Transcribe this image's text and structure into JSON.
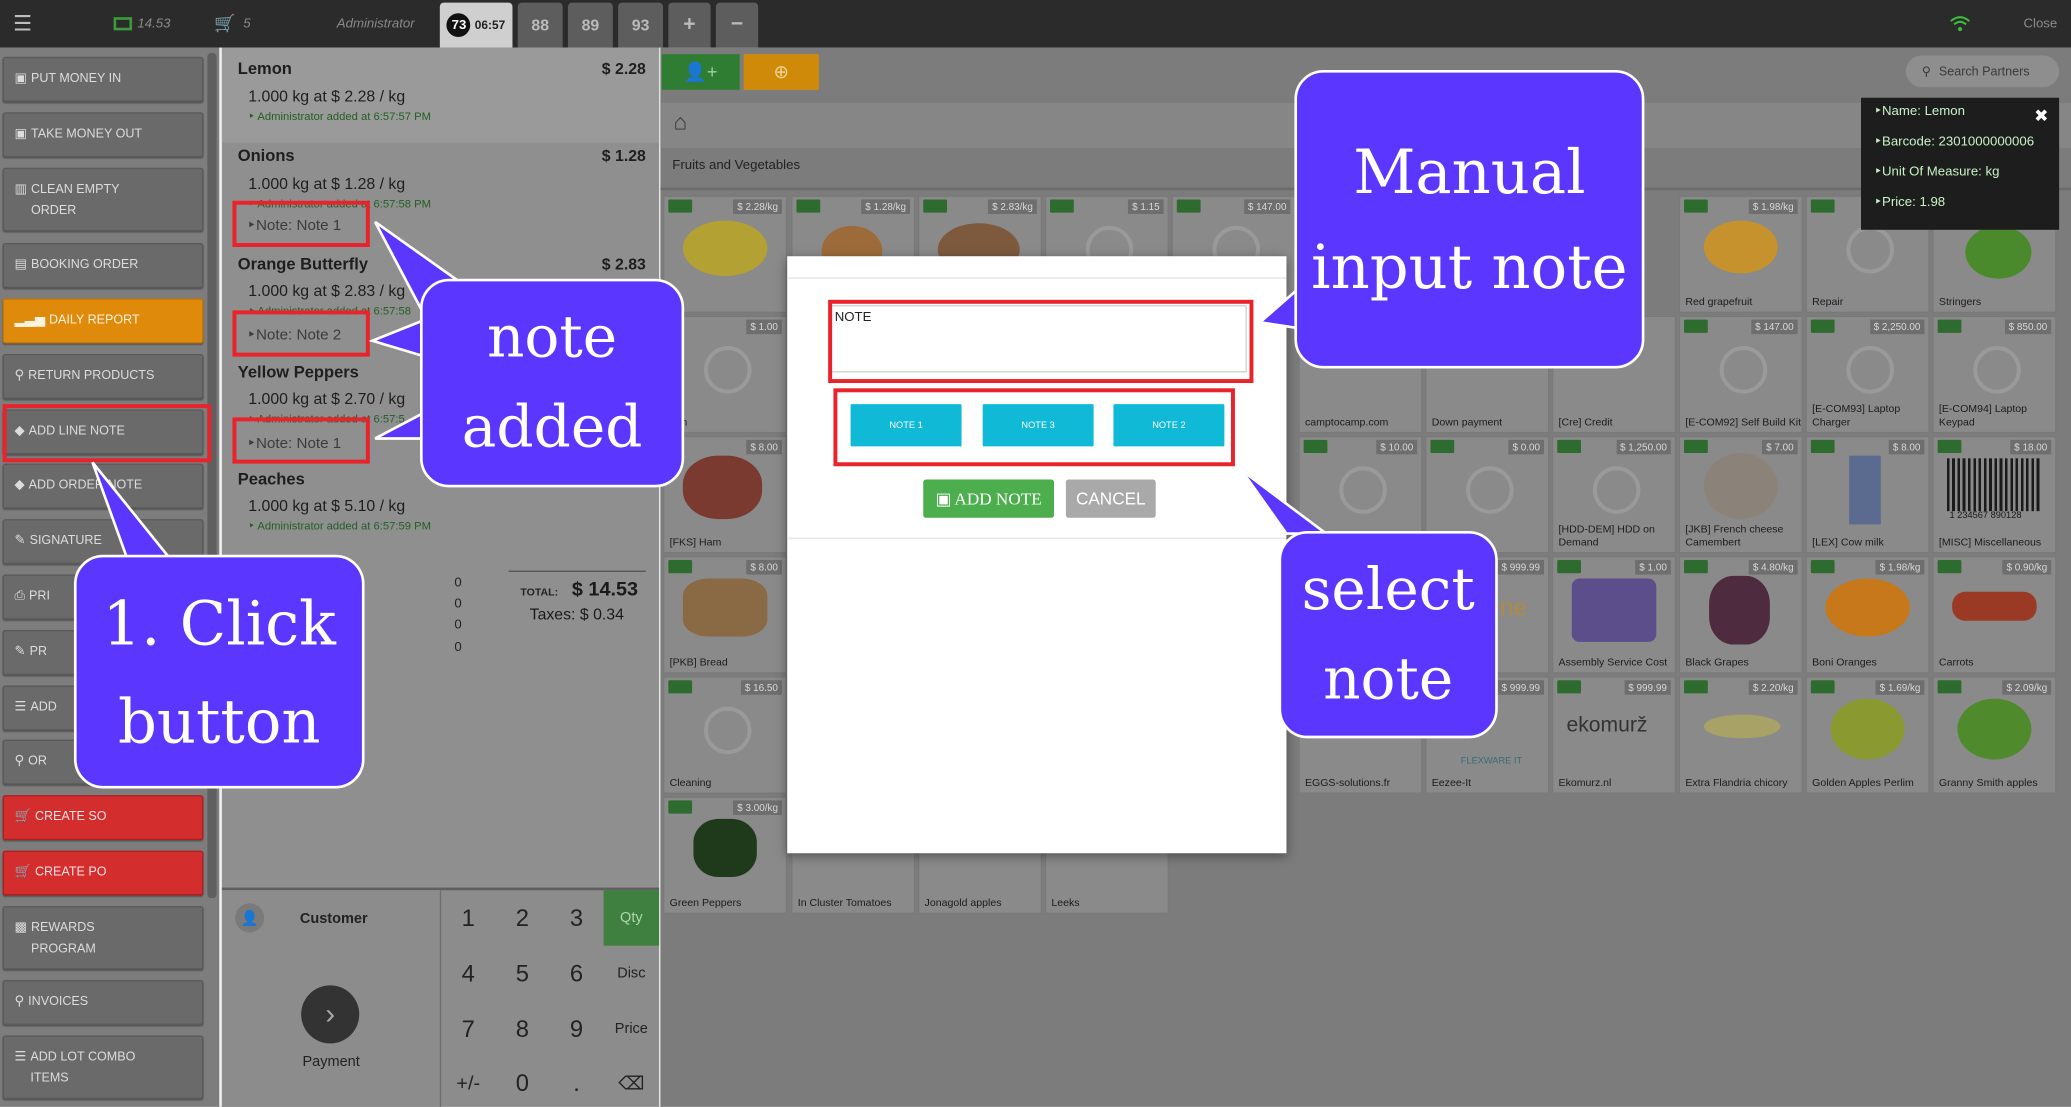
{
  "topbar": {
    "menu_icon": "hamburger-icon",
    "cash": "14.53",
    "cart_count": "5",
    "user": "Administrator",
    "orders": [
      {
        "num": "73",
        "time": "06:57"
      },
      {
        "num": "88"
      },
      {
        "num": "89"
      },
      {
        "num": "93"
      }
    ],
    "add_symbol": "+",
    "remove_symbol": "−",
    "close_label": "Close",
    "wifi_color": "#3dbb3d"
  },
  "left_buttons": [
    {
      "label": "PUT MONEY IN",
      "icon": "money-icon"
    },
    {
      "label": "TAKE MONEY OUT",
      "icon": "money-icon"
    },
    {
      "label": "CLEAN EMPTY ORDER",
      "icon": "trash-icon"
    },
    {
      "label": "BOOKING ORDER",
      "icon": "save-icon"
    },
    {
      "label": "DAILY REPORT",
      "icon": "chart-icon"
    },
    {
      "label": "RETURN PRODUCTS",
      "icon": "search-icon"
    },
    {
      "label": "ADD LINE NOTE",
      "icon": "tag-icon"
    },
    {
      "label": "ADD ORDER NOTE",
      "icon": "tag-icon"
    },
    {
      "label": "SIGNATURE",
      "icon": "edit-icon"
    },
    {
      "label": "PRI",
      "icon": "print-icon"
    },
    {
      "label": "PR",
      "icon": "edit-icon"
    },
    {
      "label": "ADD",
      "icon": "sliders-icon"
    },
    {
      "label": "OR",
      "icon": "search-icon"
    },
    {
      "label": "CREATE SO",
      "icon": "cart-icon"
    },
    {
      "label": "CREATE PO",
      "icon": "cart-icon"
    },
    {
      "label": "REWARDS PROGRAM",
      "icon": "gift-icon"
    },
    {
      "label": "INVOICES",
      "icon": "search-icon"
    },
    {
      "label": "ADD LOT COMBO ITEMS",
      "icon": "sliders-icon"
    }
  ],
  "order": {
    "lines": [
      {
        "name": "Lemon",
        "price": "$ 2.28",
        "qty": "1.000 kg at $ 2.28 / kg",
        "admin": "Administrator added at 6:57:57 PM"
      },
      {
        "name": "Onions",
        "price": "$ 1.28",
        "qty": "1.000 kg at $ 1.28 / kg",
        "admin": "Administrator added at 6:57:58 PM",
        "note": "Note: Note 1"
      },
      {
        "name": "Orange Butterfly",
        "price": "$ 2.83",
        "qty": "1.000 kg at $ 2.83 / kg",
        "admin": "Administrator added at 6:57:58",
        "note": "Note: Note 2"
      },
      {
        "name": "Yellow Peppers",
        "price": "",
        "qty": "1.000 kg at $ 2.70 / kg",
        "admin": "Administrator added at 6:57:5",
        "note": "Note: Note 1"
      },
      {
        "name": "Peaches",
        "price": "",
        "qty": "1.000 kg at $ 5.10 / kg",
        "admin": "Administrator added at 6:57:59 PM"
      }
    ],
    "zeros": [
      "0",
      "0",
      "0",
      "0"
    ],
    "total_label": "TOTAL:",
    "total": "$ 14.53",
    "taxes": "Taxes: $ 0.34"
  },
  "keypad": {
    "customer": "Customer",
    "payment": "Payment",
    "keys": [
      "1",
      "2",
      "3",
      "4",
      "5",
      "6",
      "7",
      "8",
      "9",
      "+/-",
      "0",
      "."
    ],
    "modes": [
      "Qty",
      "Disc",
      "Price"
    ],
    "backspace_icon": "backspace-icon"
  },
  "products": {
    "search_placeholder": "Search Partners",
    "breadcrumb": "Fruits and Vegetables",
    "tiles": [
      {
        "name": "",
        "price": "$ 2.28/kg"
      },
      {
        "name": "",
        "price": "$ 1.28/kg"
      },
      {
        "name": "",
        "price": "$ 2.83/kg"
      },
      {
        "name": "",
        "price": "$ 1.15"
      },
      {
        "name": "",
        "price": "$ 147.00"
      },
      {
        "name": "Red grapefruit",
        "price": "$ 1.98/kg"
      },
      {
        "name": "Repair",
        "price": ""
      },
      {
        "name": "Stringers",
        "price": ""
      },
      {
        "name": "non",
        "price": "$ 1.00"
      },
      {
        "name": "[E-COM92] Self Build Kit",
        "price": "$ 147.00"
      },
      {
        "name": "[E-COM93] Laptop Charger",
        "price": "$ 2,250.00"
      },
      {
        "name": "[E-COM94] Laptop Keypad",
        "price": "$ 850.00"
      },
      {
        "name": "camptocamp.com",
        "price": ""
      },
      {
        "name": "Down payment",
        "price": ""
      },
      {
        "name": "[Cre] Credit",
        "price": ""
      },
      {
        "name": "[FKS] Ham",
        "price": "$ 8.00"
      },
      {
        "name": "[HDD-DEM] HDD on Demand",
        "price": "$ 1,250.00"
      },
      {
        "name": "[JKB] French cheese Camembert",
        "price": "$ 7.00"
      },
      {
        "name": "[LEX] Cow milk",
        "price": "$ 8.00"
      },
      {
        "name": "[MISC] Miscellaneous",
        "price": "$ 18.00"
      },
      {
        "name": "[PKB] Bread",
        "price": "$ 8.00"
      },
      {
        "name": "Assembly Service Cost",
        "price": "$ 1.00"
      },
      {
        "name": "Black Grapes",
        "price": "$ 4.80/kg"
      },
      {
        "name": "Boni Oranges",
        "price": "$ 1.98/kg"
      },
      {
        "name": "Carrots",
        "price": "$ 0.90/kg"
      },
      {
        "name": "Cleaning",
        "price": "$ 16.50"
      },
      {
        "name": "EGGS-solutions.fr",
        "price": ""
      },
      {
        "name": "Eezee-It",
        "price": ""
      },
      {
        "name": "Ekomurz.nl",
        "price": "$ 999.99"
      },
      {
        "name": "Extra Flandria chicory",
        "price": "$ 2.20/kg"
      },
      {
        "name": "Golden Apples Perlim",
        "price": "$ 1.69/kg"
      },
      {
        "name": "Granny Smith apples",
        "price": "$ 2.09/kg"
      },
      {
        "name": "Green Peppers",
        "price": "$ 3.00/kg"
      },
      {
        "name": "In Cluster Tomatoes",
        "price": ""
      },
      {
        "name": "Jonagold apples",
        "price": ""
      },
      {
        "name": "Leeks",
        "price": ""
      }
    ],
    "flexware_text": "FLEXWARE IT",
    "ekomurz_text": "ekomurž",
    "barcode_text": "1 234567 890128"
  },
  "tooltip": {
    "name": "Name: Lemon",
    "barcode": "Barcode: 2301000000006",
    "uom": "Unit Of Measure: kg",
    "price": "Price: 1.98"
  },
  "dialog": {
    "textarea_placeholder": "NOTE",
    "notes": [
      "NOTE 1",
      "NOTE 3",
      "NOTE 2"
    ],
    "add_label": "ADD NOTE",
    "cancel_label": "CANCEL"
  },
  "callouts": {
    "manual_1": "Manual",
    "manual_2": "input note",
    "added_1": "note",
    "added_2": "added",
    "select_1": "select",
    "select_2": "note",
    "click_1": "1. Click",
    "click_2": "button"
  },
  "colors": {
    "callout": "#5a36ff",
    "highlight": "#e8232b",
    "note_button": "#10b9d5",
    "add_button": "#4cae4c"
  }
}
